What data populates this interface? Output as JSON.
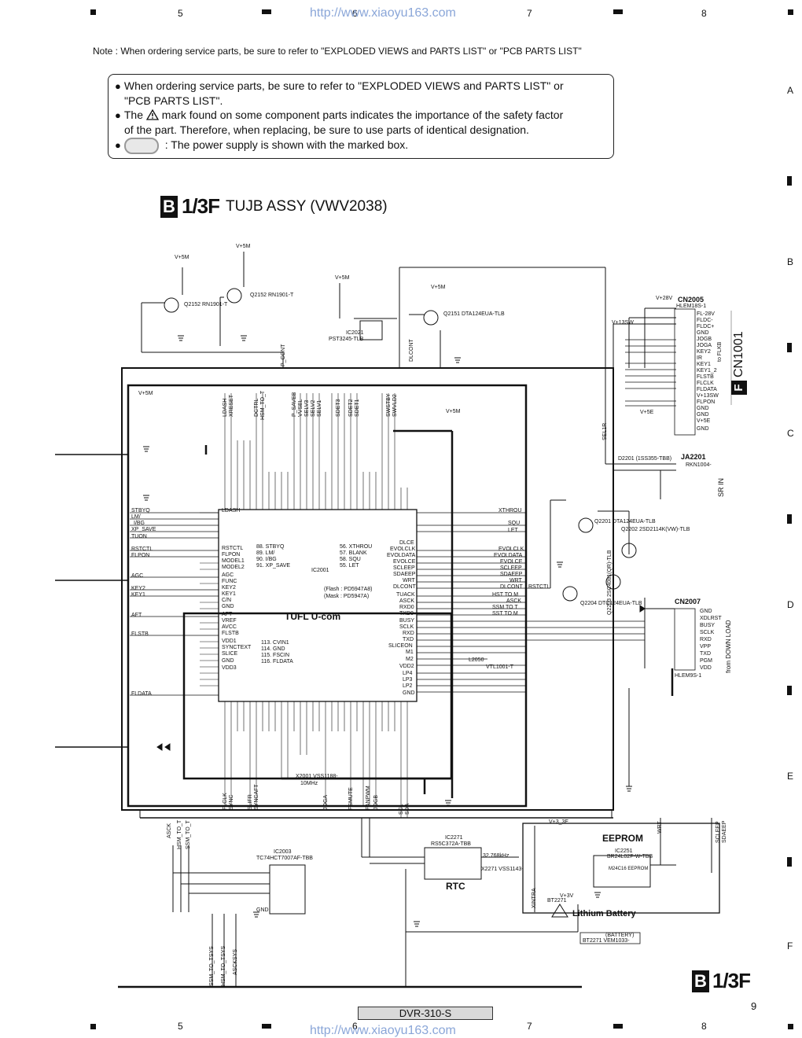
{
  "header": {
    "url": "http://www.xiaoyu163.com",
    "col_numbers": [
      "5",
      "6",
      "7",
      "8"
    ]
  },
  "row_letters": [
    "A",
    "B",
    "C",
    "D",
    "E",
    "F"
  ],
  "note_line": "Note : When ordering service parts, be sure to refer to \"EXPLODED VIEWS and PARTS LIST\" or \"PCB PARTS LIST\"",
  "notes_box": {
    "line1": "When ordering service parts, be sure to refer to \"EXPLODED VIEWS and PARTS LIST\" or",
    "line1b": "\"PCB PARTS LIST\".",
    "line2a": "The",
    "line2b": "mark found on some component parts indicates the importance of the safety factor",
    "line2c": "of the part. Therefore, when  replacing, be sure to use parts of identical designation.",
    "line3": ": The power supply is shown with the marked box."
  },
  "title": {
    "badge_letter": "B",
    "badge_text": "1/3F",
    "assembly": "TUJB ASSY (VWV2038)"
  },
  "side_connector": {
    "badge_letter": "F",
    "label": "CN1001"
  },
  "connectors": {
    "cn2005": "CN2005",
    "cn2005_part": "HLEM18S-1",
    "cn2005_pins": [
      "FL-28V",
      "FLDC-",
      "FLDC+",
      "GND",
      "JOGB",
      "JOGA",
      "KEY2",
      "IR",
      "KEY1",
      "KEY1_2",
      "FLSTB",
      "FLCLK",
      "FLDATA",
      "V+13SW",
      "FLPON",
      "GND",
      "GND",
      "V+5E",
      "GND"
    ],
    "to_flkb": "to FLKB",
    "ja2201": "JA2201",
    "ja2201_part": "RKN1004-",
    "sr_in": "SR IN",
    "cn2007": "CN2007",
    "cn2007_part": "HLEM9S-1",
    "cn2007_pins": [
      "GND",
      "XDLRST",
      "BUSY",
      "SCLK",
      "RXD",
      "VPP",
      "TXD",
      "PGM",
      "VDD"
    ],
    "from_download": "from DOWN LOAD"
  },
  "ic": {
    "ic2001": "IC2001",
    "ucom": "TUFL U-com",
    "flash": "(Flash : PD5947A8)",
    "mask": "(Mask  : PD5947A)",
    "ic2003": "IC2003",
    "ic2003_part": "TC74HCT7007AF-TBB",
    "ic2271": "IC2271",
    "ic2271_part": "RS5C372A-TBB",
    "rtc": "RTC",
    "ic2251": "IC2251",
    "ic2251_part": "BR24L02F-W-TBB",
    "eeprom": "EEPROM",
    "eeprom_chip": "M24C16 EEPROM",
    "ic2021": "IC2021",
    "ic2021_part": "PST3245-TLB"
  },
  "left_signals": [
    "STBYQ",
    "LM/",
    "I/BG",
    "XP_SAVE",
    "TUON",
    "RSTCTL",
    "FLPON",
    "AGC",
    "KEY2",
    "KEY1",
    "AFT",
    "FLSTB",
    "FLDATA"
  ],
  "ic_left_pins": [
    "LDASH",
    "RSTCTL",
    "FLPON",
    "MODEL1",
    "MODEL2",
    "AGC",
    "FUNC",
    "KEY2",
    "KEY1",
    "C/N",
    "GND",
    "AFT",
    "VREF",
    "AVCC",
    "FLSTB",
    "VDD1",
    "SYNCTEXT",
    "SLICE",
    "GND",
    "VDD3"
  ],
  "ic_right_pins": [
    "BUSY",
    "SCLK",
    "TXD",
    "RXD",
    "SLICEON",
    "M1",
    "M2",
    "VDD2",
    "LP4",
    "LP3",
    "LP2",
    "GND",
    "DLCE",
    "EVOLCLK",
    "EVOLDATA",
    "EVOLCE",
    "SCLEEP",
    "SDAEEP",
    "WRT",
    "DLCONT",
    "TUACK",
    "ASCK",
    "RXD0",
    "TXD0",
    "XTHROU"
  ],
  "right_signals": [
    "XTHROU",
    "SQU",
    "LET",
    "EVOLCLK",
    "EVOLDATA",
    "EVOLCE",
    "SCLEEP",
    "SDAEEP",
    "WRT",
    "DLCONT",
    "HST TO M",
    "ASCK",
    "SSM TO T",
    "SST TO M"
  ],
  "pin_notes": [
    "88. STBYQ",
    "89. LM/",
    "90. I/BG",
    "91. XP_SAVE",
    "56. XTHROU",
    "57. BLANK",
    "58. SQU",
    "55. LET",
    "113. CVIN1",
    "114. GND",
    "115. FSCIN",
    "116. FLDATA"
  ],
  "bottom_signals": [
    "FLCLK",
    "SYNC",
    "SLIFR",
    "SYNCAFT",
    "JOGA",
    "FSMUTE",
    "FANPWM",
    "JOGB",
    "SCL",
    "SDA",
    "ASCK",
    "HSM_TO_T",
    "SSM_TO_T",
    "SSM_TO_TSYS",
    "HSM_TO_TSYS",
    "ASCKSYS",
    "XINTRA",
    "WRT",
    "SCLEEP",
    "SDAEEP"
  ],
  "top_signals": [
    "LDASH",
    "XRESET",
    "DCTRL",
    "HSM_TO_T",
    "P_SAVEB",
    "VVSEL",
    "SELV3",
    "SELV2",
    "SELV1",
    "SDET3",
    "SDET2",
    "SDET1",
    "SWSTBY",
    "SWVLD2",
    "P_CONT",
    "DLCONT",
    "SEL1R"
  ],
  "components": {
    "q2152a": "Q2152 RN1901-T",
    "q2152b": "Q2152 RN1901-T",
    "q2151": "Q2151 DTA124EUA-TLB",
    "q2201": "Q2201 DTA124EUA-TLB",
    "q2202": "Q2202 2SD2114K(VW)-TLB",
    "q2203": "Q2203 2SC4081(QR)-TLB",
    "q2204": "Q2204 DTC124EUA-TLB",
    "d2201": "D2201 (1SS355-TBB)",
    "x2001": "X2001 VSS1188-",
    "x2001_freq": "10MHz",
    "x2271": "X2271 VSS1143-",
    "x2271_freq": "32.768kHz",
    "battery_label": "Lithium Battery",
    "battery_text": "(BATTERY)",
    "battery_part": "BT2271 VEM1033-",
    "bt_label": "BT2271",
    "vtl": "VTL1001-T",
    "l2050": "L2050"
  },
  "supply_labels": [
    "V+5M",
    "V+5M",
    "V+5M",
    "V+5M",
    "V+5M",
    "V+5M",
    "V+28V",
    "V+13SW",
    "V+5E",
    "V+3_3E",
    "V+3V",
    "GND"
  ],
  "corner_badge": {
    "letter": "B",
    "text": "1/3F"
  },
  "footer": {
    "model": "DVR-310-S",
    "page": "9",
    "url": "http://www.xiaoyu163.com"
  },
  "colors": {
    "ink": "#111111",
    "url_blue": "#8aa6d8",
    "watermark": "#eeeeee",
    "pill_gray": "#e8e8e8"
  }
}
